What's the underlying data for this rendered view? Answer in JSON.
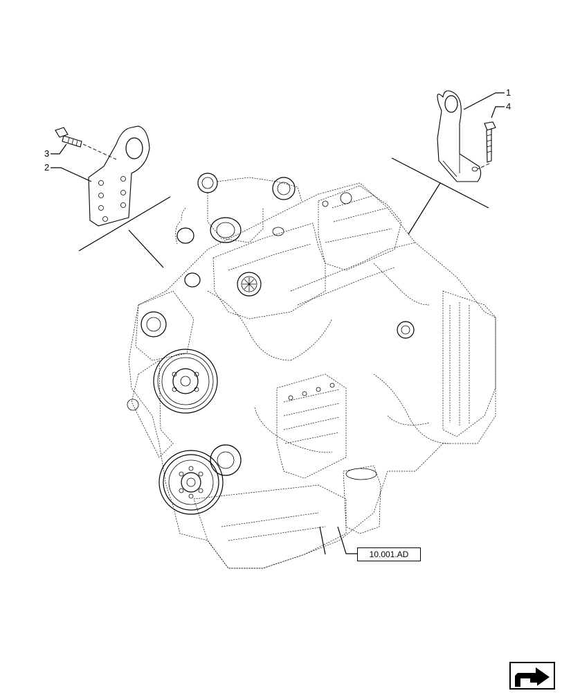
{
  "callouts": {
    "item_1": "1",
    "item_2": "2",
    "item_3": "3",
    "item_4": "4"
  },
  "reference": {
    "label": "10.001.AD"
  },
  "icons": {
    "navigation": "arrow-navigation-icon"
  }
}
